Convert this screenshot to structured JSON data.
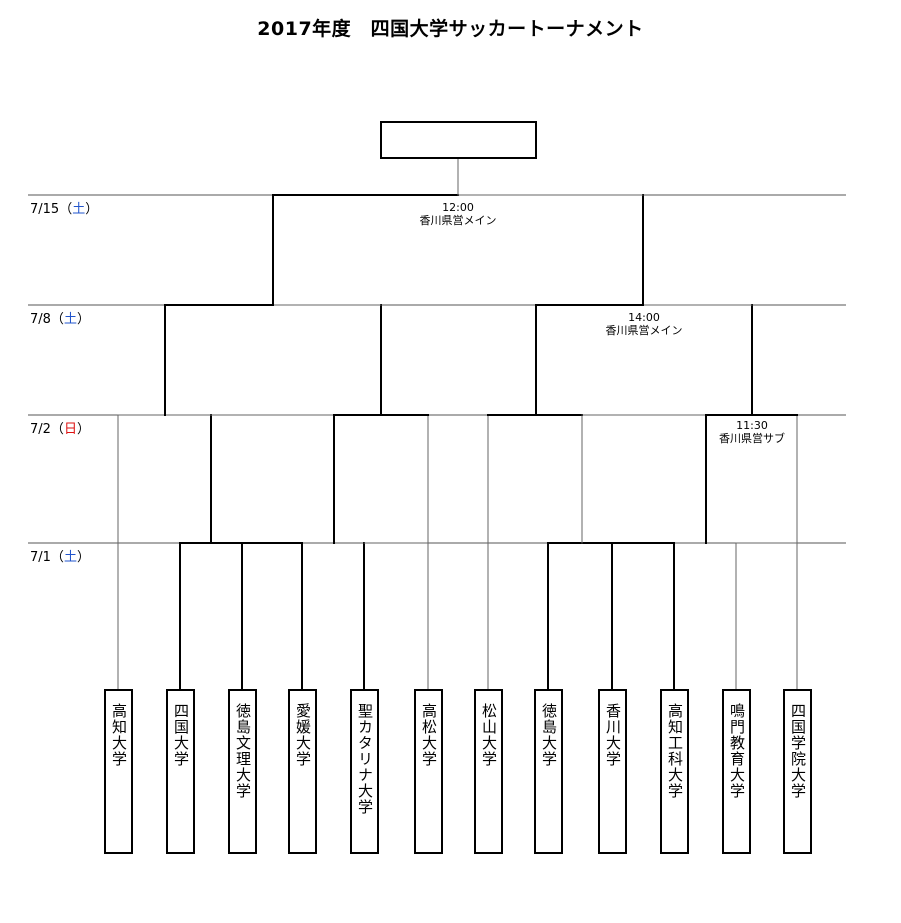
{
  "title": "2017年度　四国大学サッカートーナメント",
  "rounds": [
    {
      "date": "7/15",
      "dow": "土",
      "dow_color": "#2255cc"
    },
    {
      "date": "7/8",
      "dow": "土",
      "dow_color": "#2255cc"
    },
    {
      "date": "7/2",
      "dow": "日",
      "dow_color": "#dd1111"
    },
    {
      "date": "7/1",
      "dow": "土",
      "dow_color": "#2255cc"
    }
  ],
  "notes": {
    "final": {
      "time": "12:00",
      "venue": "香川県営メイン"
    },
    "semi": {
      "time": "14:00",
      "venue": "香川県営メイン"
    },
    "qf": {
      "time": "11:30",
      "venue": "香川県営サブ"
    }
  },
  "winner": "",
  "teams": [
    "高知大学",
    "四国大学",
    "徳島文理大学",
    "愛媛大学",
    "聖カタリナ大学",
    "高松大学",
    "松山大学",
    "徳島大学",
    "香川大学",
    "高知工科大学",
    "鳴門教育大学",
    "四国学院大学"
  ]
}
